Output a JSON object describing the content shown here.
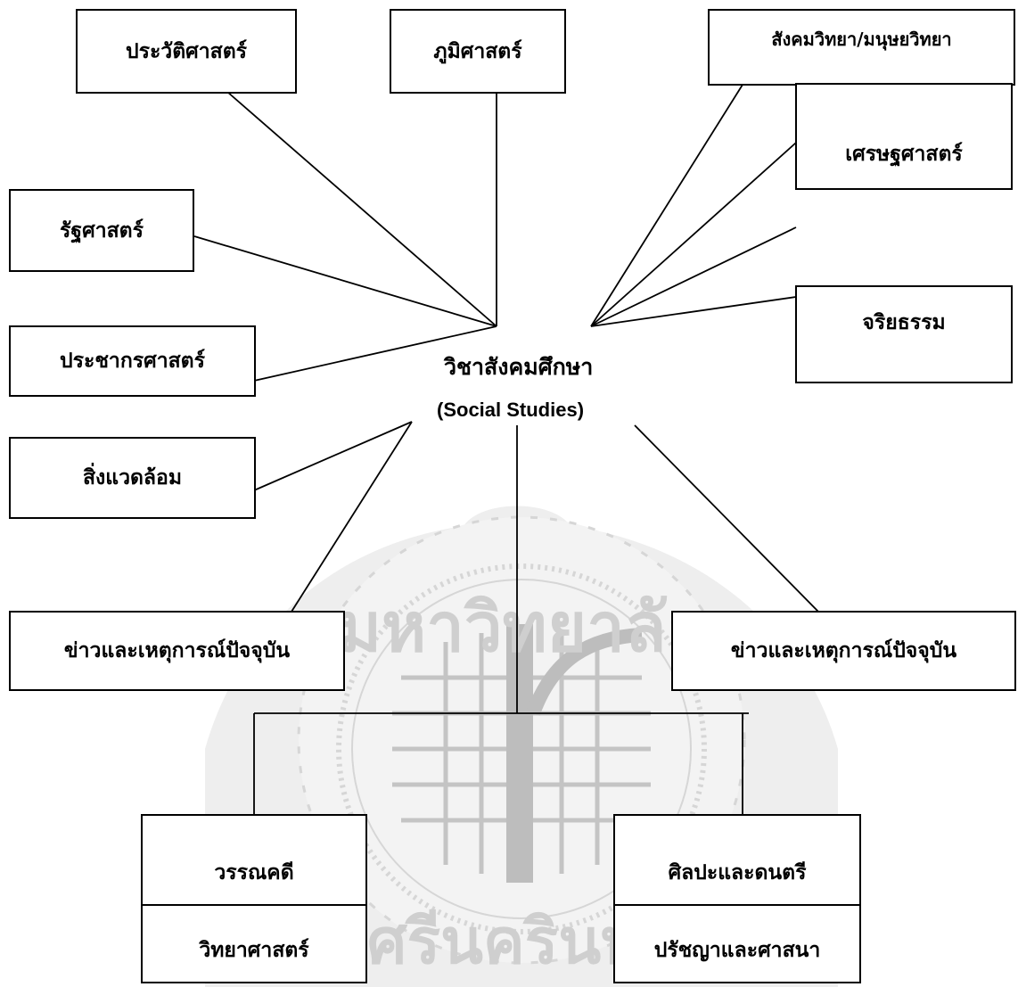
{
  "center": {
    "title": "วิชาสังคมศึกษา",
    "subtitle": "(Social Studies)"
  },
  "boxes": {
    "history": "ประวัติศาสตร์",
    "geography": "ภูมิศาสตร์",
    "sociology": "สังคมวิทยา/มนุษยวิทยา",
    "economics": "เศรษฐศาสตร์",
    "political_science": "รัฐศาสตร์",
    "ethics": "จริยธรรม",
    "demography": "ประชากรศาสตร์",
    "environment": "สิ่งแวดล้อม",
    "news_left": "ข่าวและเหตุการณ์ปัจจุบัน",
    "news_right": "ข่าวและเหตุการณ์ปัจจุบัน",
    "literature": "วรรณคดี",
    "science": "วิทยาศาสตร์",
    "arts_music": "ศิลปะและดนตรี",
    "philosophy_religion": "ปรัชญาและศาสนา"
  },
  "watermark": {
    "top_text": "มหาวิทยาลัย",
    "bottom_text": "ศรีนครินทร"
  }
}
